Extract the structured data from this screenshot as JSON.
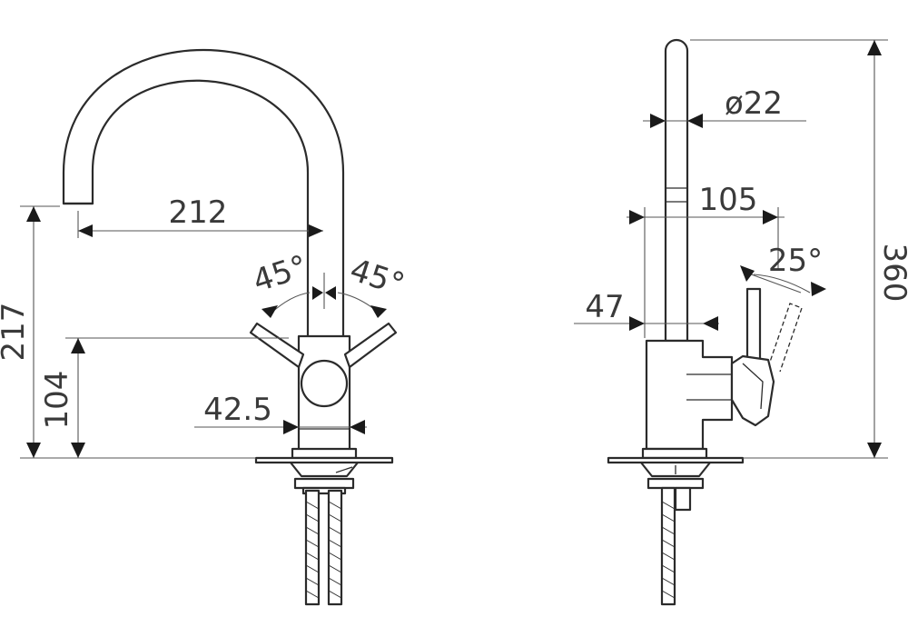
{
  "front_view": {
    "dims": {
      "reach": "212",
      "angle_left": "45°",
      "angle_right": "45°",
      "total_height": "217",
      "body_height": "104",
      "body_width": "42.5"
    }
  },
  "side_view": {
    "dims": {
      "tube_diameter": "ø22",
      "handle_offset": "105",
      "handle_angle": "25°",
      "base_offset": "47",
      "overall_height": "360"
    }
  }
}
